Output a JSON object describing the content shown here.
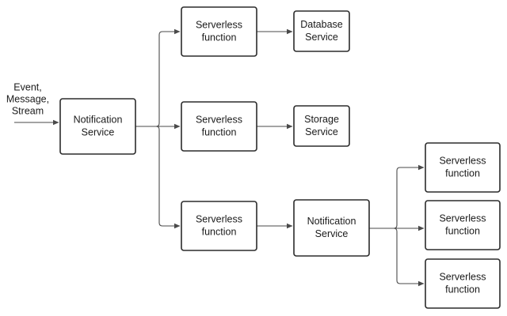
{
  "input_label": [
    "Event,",
    "Message,",
    "Stream"
  ],
  "nodes": [
    {
      "id": "notification-service-1",
      "lines": [
        "Notification",
        "Service"
      ]
    },
    {
      "id": "serverless-function-1",
      "lines": [
        "Serverless",
        "function"
      ]
    },
    {
      "id": "serverless-function-2",
      "lines": [
        "Serverless",
        "function"
      ]
    },
    {
      "id": "serverless-function-3",
      "lines": [
        "Serverless",
        "function"
      ]
    },
    {
      "id": "database-service",
      "lines": [
        "Database",
        "Service"
      ]
    },
    {
      "id": "storage-service",
      "lines": [
        "Storage",
        "Service"
      ]
    },
    {
      "id": "notification-service-2",
      "lines": [
        "Notification",
        "Service"
      ]
    },
    {
      "id": "serverless-function-4",
      "lines": [
        "Serverless",
        "function"
      ]
    },
    {
      "id": "serverless-function-5",
      "lines": [
        "Serverless",
        "function"
      ]
    },
    {
      "id": "serverless-function-6",
      "lines": [
        "Serverless",
        "function"
      ]
    }
  ],
  "edges": [
    {
      "from": "input",
      "to": "notification-service-1"
    },
    {
      "from": "notification-service-1",
      "to": "serverless-function-1"
    },
    {
      "from": "notification-service-1",
      "to": "serverless-function-2"
    },
    {
      "from": "notification-service-1",
      "to": "serverless-function-3"
    },
    {
      "from": "serverless-function-1",
      "to": "database-service"
    },
    {
      "from": "serverless-function-2",
      "to": "storage-service"
    },
    {
      "from": "serverless-function-3",
      "to": "notification-service-2"
    },
    {
      "from": "notification-service-2",
      "to": "serverless-function-4"
    },
    {
      "from": "notification-service-2",
      "to": "serverless-function-5"
    },
    {
      "from": "notification-service-2",
      "to": "serverless-function-6"
    }
  ]
}
